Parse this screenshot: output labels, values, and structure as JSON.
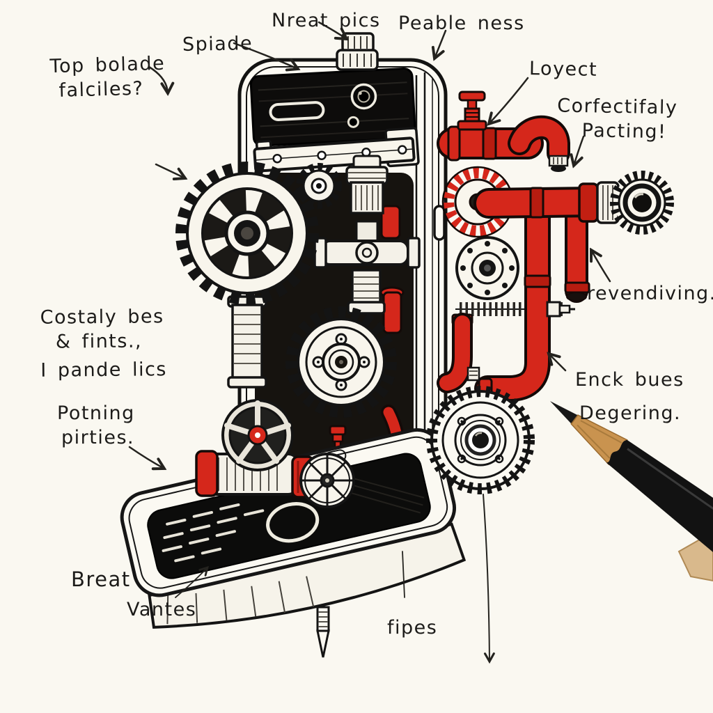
{
  "scene": {
    "description": "Hand-drawn ink sketch of a steampunk smartphone gadget with exposed gears, chrome pistons and red pipes, annotated with handwritten labels and arrows; a sharpened black pencil lies at bottom right.",
    "background_color": "#faf8f1",
    "ink_color": "#161514",
    "accent_red": "#d5271b",
    "pencil_wood_color": "#c9934f"
  },
  "annotations": {
    "top_bolade": {
      "line1": "Top bolade",
      "line2": "falciles?"
    },
    "spiade": {
      "text": "Spiade"
    },
    "nreat_pics": {
      "text": "Nreat pics"
    },
    "peable_ness": {
      "text": "Peable ness"
    },
    "loyect": {
      "text": "Loyect"
    },
    "corfectifaly": {
      "line1": "Corfectifaly",
      "line2": "Pacting!"
    },
    "revendiving": {
      "text": "revendiving."
    },
    "enck_bues": {
      "text": "Enck bues"
    },
    "degering": {
      "text": "Degering."
    },
    "costaly": {
      "line1": "Costaly bes",
      "line2": "& fints.,",
      "line3": "I pande lics"
    },
    "potning": {
      "line1": "Potning",
      "line2": "pirties."
    },
    "breat": {
      "text": "Breat"
    },
    "vantes": {
      "text": "Vantes"
    },
    "fipes": {
      "text": "fipes"
    }
  }
}
